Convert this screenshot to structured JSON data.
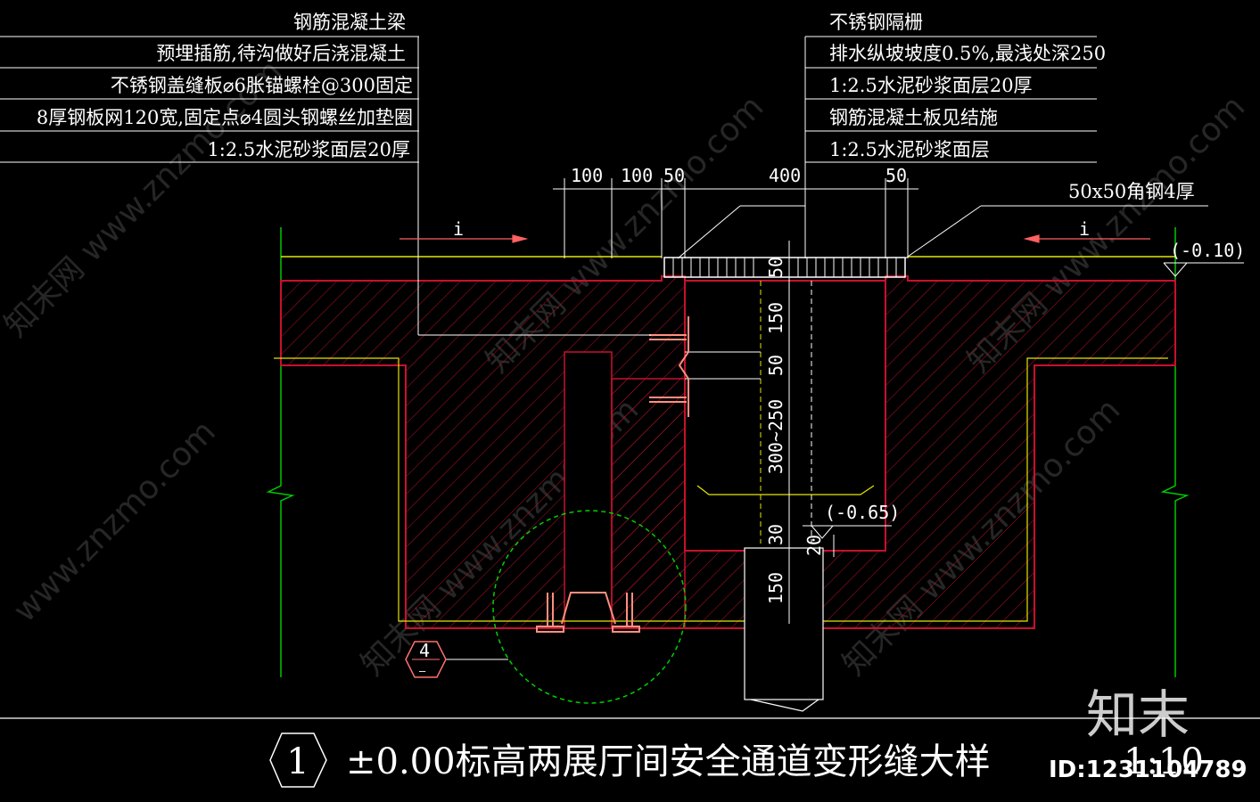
{
  "left_notes": [
    "钢筋混凝土梁",
    "预埋插筋,待沟做好后浇混凝土",
    "不锈钢盖缝板⌀6胀锚螺栓@300固定",
    "8厚钢板网120宽,固定点⌀4圆头钢螺丝加垫圈",
    "1:2.5水泥砂浆面层20厚"
  ],
  "right_notes": [
    "不锈钢隔栅",
    "排水纵坡坡度0.5%,最浅处深250",
    "1:2.5水泥砂浆面层20厚",
    "钢筋混凝土板见结施",
    "1:2.5水泥砂浆面层"
  ],
  "angle_steel_note": "50x50角钢4厚",
  "top_dims": [
    "100",
    "100",
    "50",
    "400",
    "50"
  ],
  "vertical_dims": [
    "50",
    "150",
    "50",
    "300~250",
    "30",
    "20",
    "150"
  ],
  "slope_labels": [
    "i",
    "i"
  ],
  "elevations": [
    "(-0.10)",
    "(-0.65)"
  ],
  "detail_callout": {
    "number": "4",
    "sheet": "—"
  },
  "title": {
    "number": "1",
    "text": "±0.00标高两展厅间安全通道变形缝大样",
    "scale": "1:10"
  },
  "watermark": {
    "logo": "知末",
    "id": "ID:1231104789",
    "site": "www.znzmo.com"
  },
  "colors": {
    "background": "#000000",
    "concrete": "#c8102e",
    "screed": "#e6e600",
    "steel": "#ff9080",
    "detail_circle": "#00d000",
    "edge_lines": "#00c800",
    "leader": "#ffffff"
  }
}
